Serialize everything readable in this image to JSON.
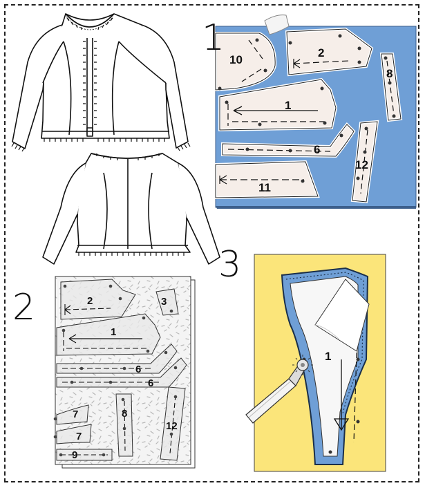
{
  "steps": [
    {
      "label": "1"
    },
    {
      "label": "2"
    },
    {
      "label": "3"
    }
  ],
  "panel1_pieces": {
    "p10": "10",
    "p2": "2",
    "p8": "8",
    "p1": "1",
    "p6": "6",
    "p12": "12",
    "p11": "11"
  },
  "panel2_pieces": {
    "p2": "2",
    "p3": "3",
    "p1": "1",
    "p6a": "6",
    "p6b": "6",
    "p7a": "7",
    "p7b": "7",
    "p8": "8",
    "p12": "12",
    "p9": "9"
  },
  "panel3_pieces": {
    "p1": "1"
  },
  "colors": {
    "fabric_blue": "#6f9fd6",
    "paper_cream": "#f6eee9",
    "background_yellow": "#fbe57a",
    "ink": "#111111"
  }
}
